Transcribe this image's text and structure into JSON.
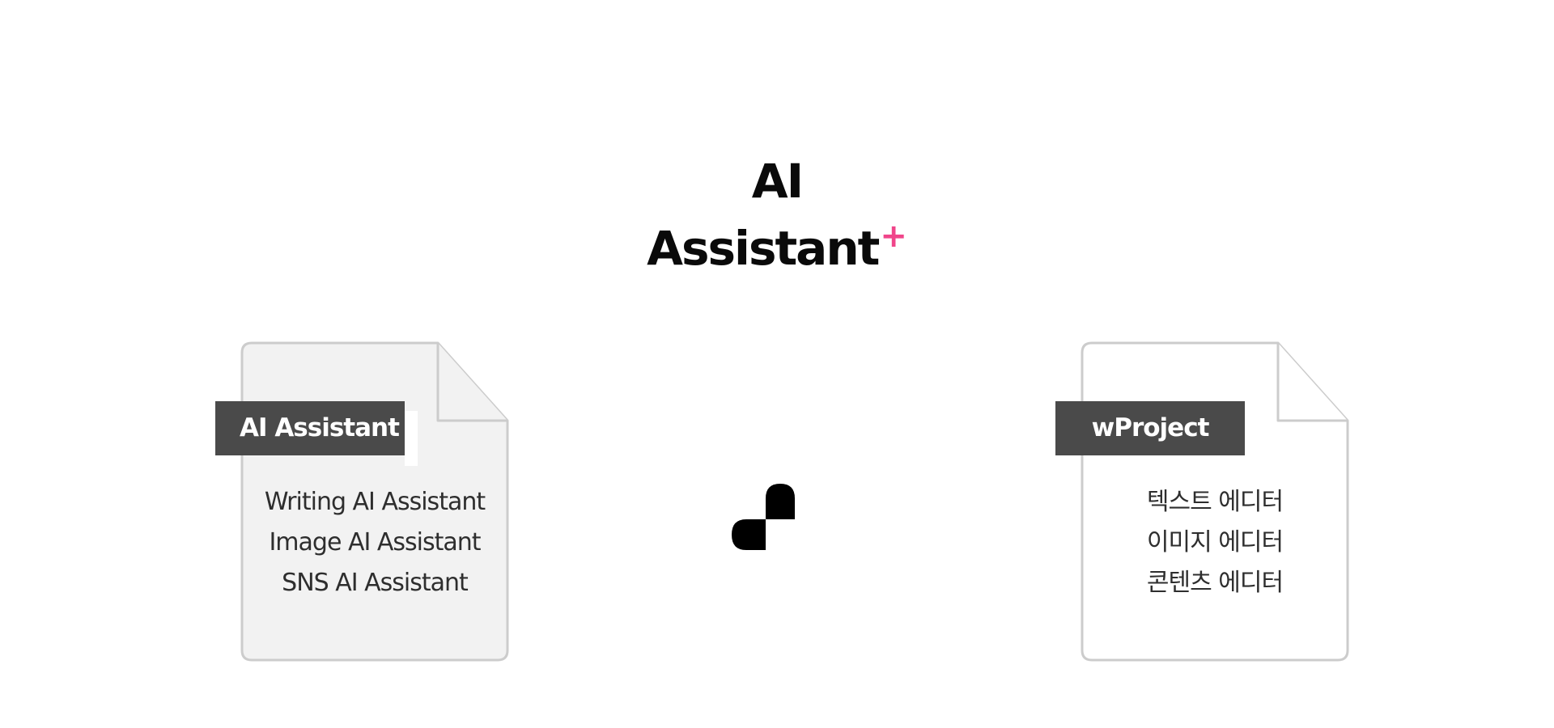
{
  "title": {
    "line1": "AI",
    "line2": "Assistant",
    "plus": "+"
  },
  "left_card": {
    "tag": "AI Assistant",
    "items": [
      "Writing AI Assistant",
      "Image AI Assistant",
      "SNS AI Assistant"
    ]
  },
  "right_card": {
    "tag": "wProject",
    "items": [
      "텍스트 에디터",
      "이미지 에디터",
      "콘텐츠 에디터"
    ]
  },
  "center": {
    "icon": "logo-mark-icon"
  },
  "colors": {
    "accent_plus": "#f0458a",
    "tag_background": "#4a4a4a",
    "left_card_fill": "#f2f2f2",
    "right_card_fill": "#ffffff",
    "card_border": "#cccccc",
    "logo": "#000000"
  }
}
